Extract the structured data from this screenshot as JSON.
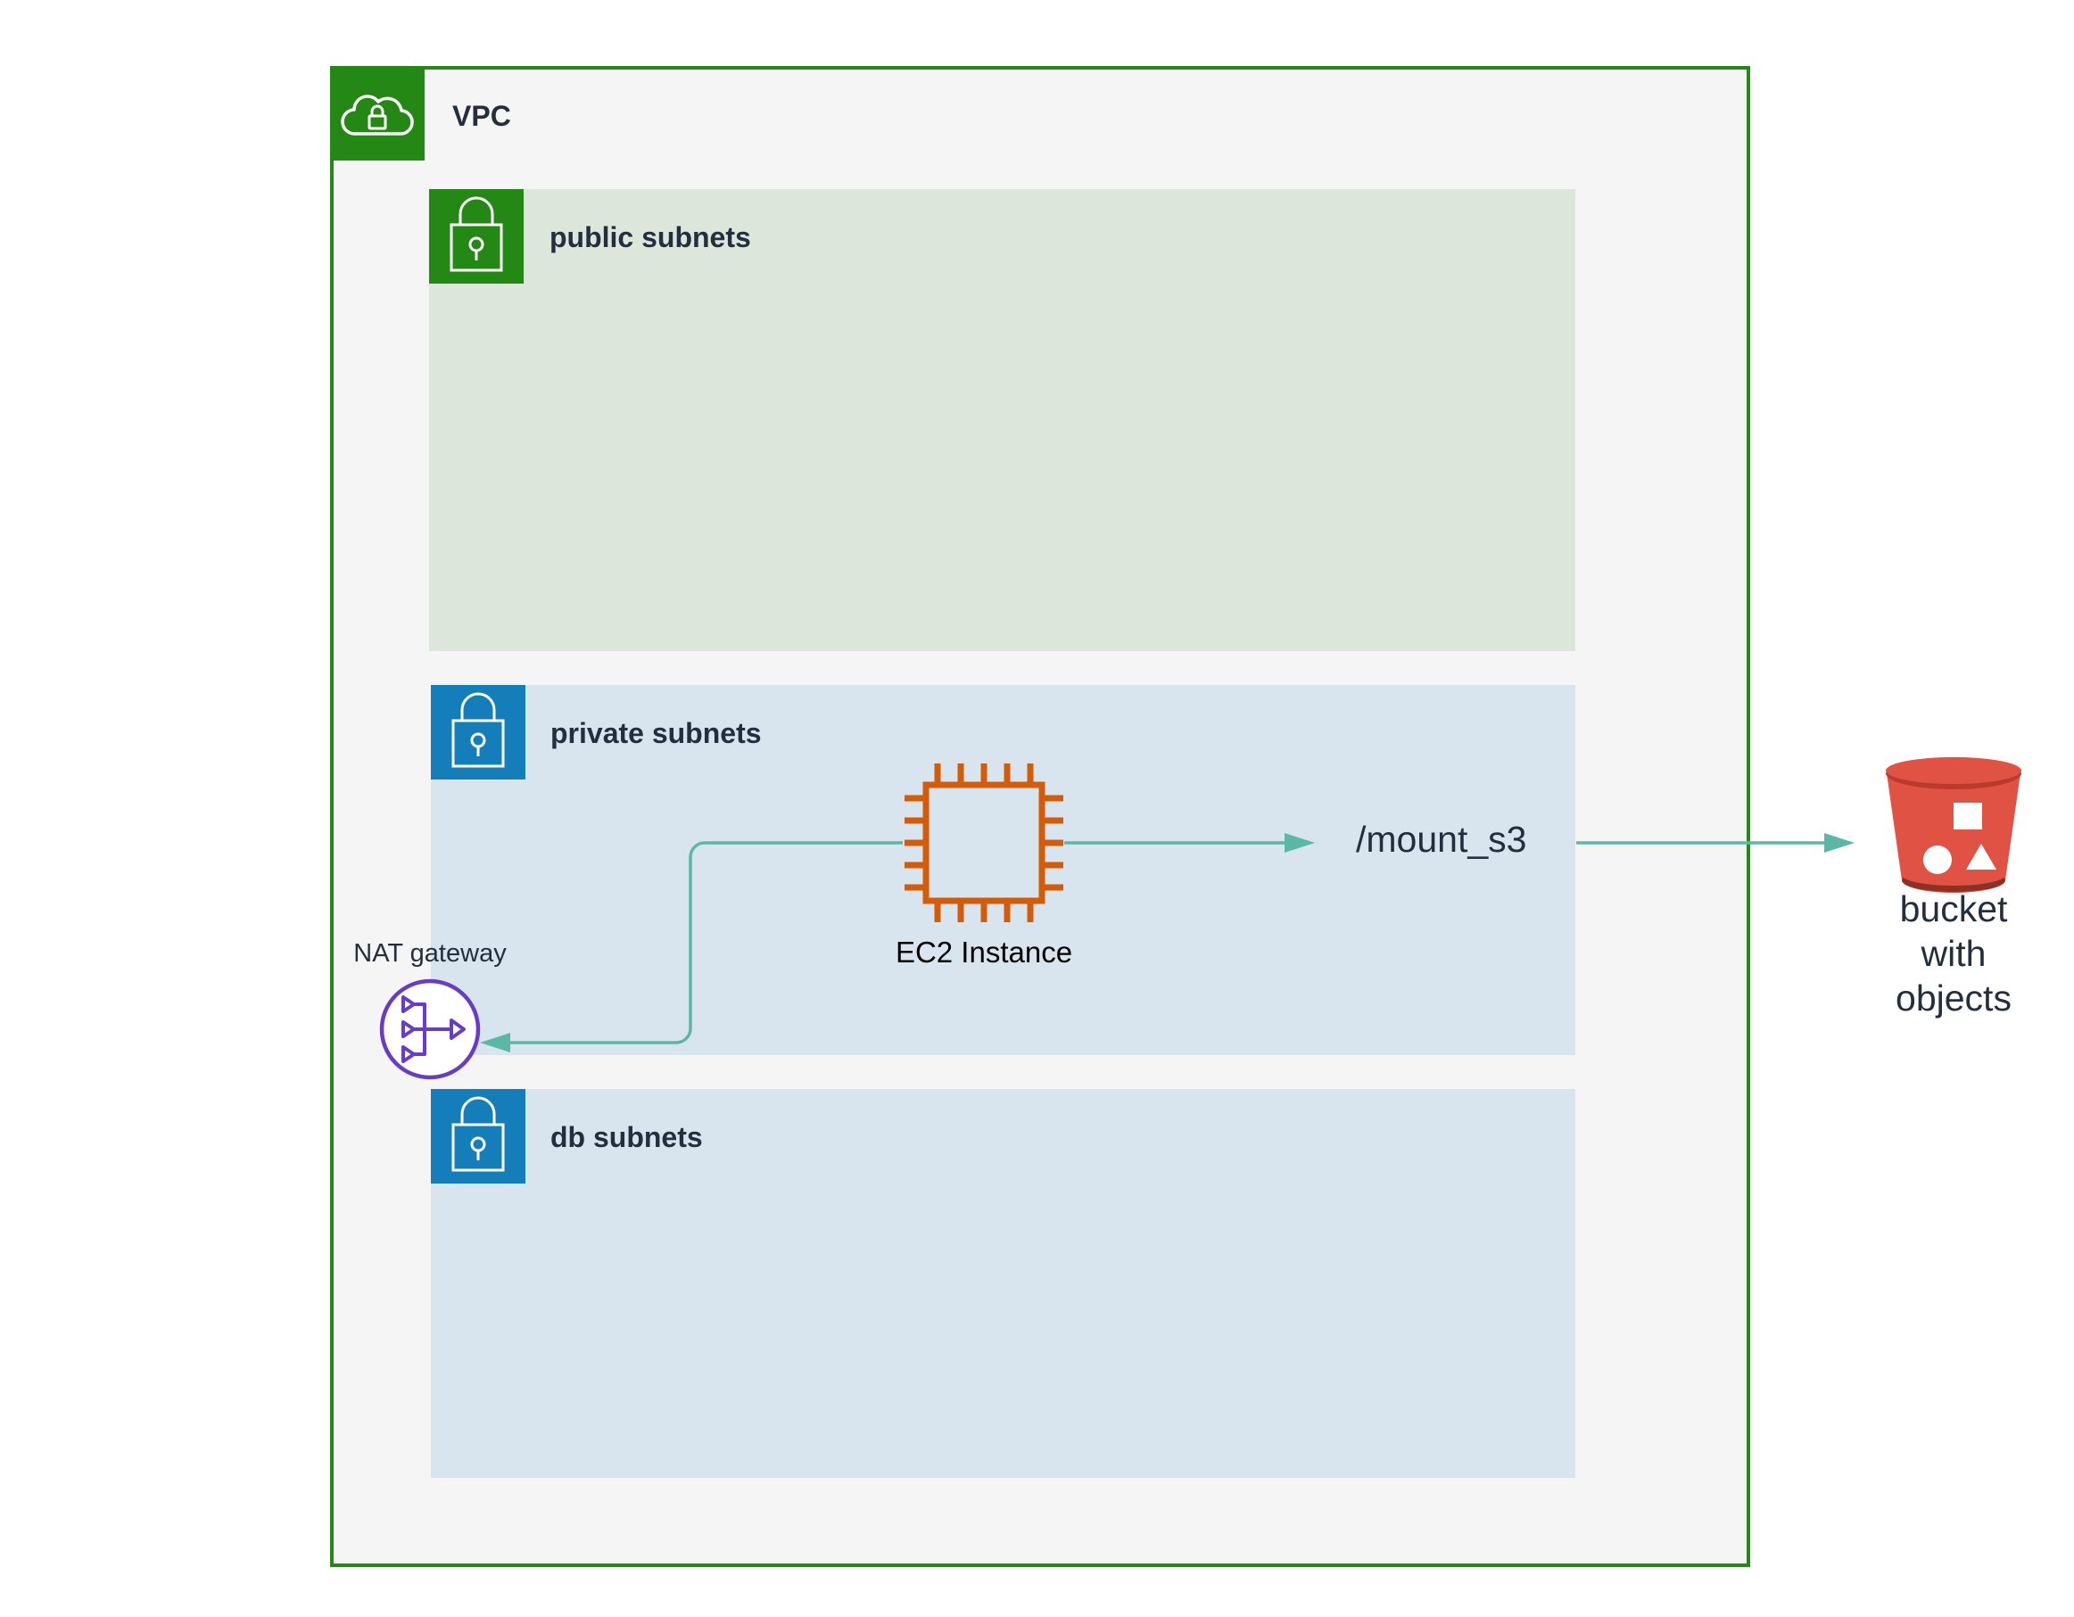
{
  "vpc": {
    "title": "VPC",
    "color": "#248814",
    "icon": "vpc-cloud-lock-icon"
  },
  "subnets": {
    "public": {
      "title": "public subnets",
      "color": "#248814",
      "fill": "#dce6da",
      "icon": "padlock-icon"
    },
    "private": {
      "title": "private subnets",
      "color": "#147ebb",
      "fill": "#d8e5ee",
      "icon": "padlock-icon"
    },
    "db": {
      "title": "db subnets",
      "color": "#147ebb",
      "fill": "#d8e5ee",
      "icon": "padlock-icon"
    }
  },
  "nodes": {
    "nat_gateway": {
      "label": "NAT gateway",
      "icon": "nat-gateway-icon",
      "color": "#693cc5"
    },
    "ec2": {
      "label": "EC2 Instance",
      "icon": "ec2-chip-icon",
      "color": "#d45b07"
    },
    "mount": {
      "label": "/mount_s3"
    },
    "bucket": {
      "label_lines": [
        "bucket",
        "with",
        "objects"
      ],
      "icon": "s3-bucket-icon",
      "color": "#e05243"
    }
  },
  "edges": [
    {
      "from": "ec2",
      "to": "nat_gateway"
    },
    {
      "from": "ec2",
      "to": "mount"
    },
    {
      "from": "mount",
      "to": "bucket"
    }
  ],
  "edge_color": "#5cb8a6"
}
